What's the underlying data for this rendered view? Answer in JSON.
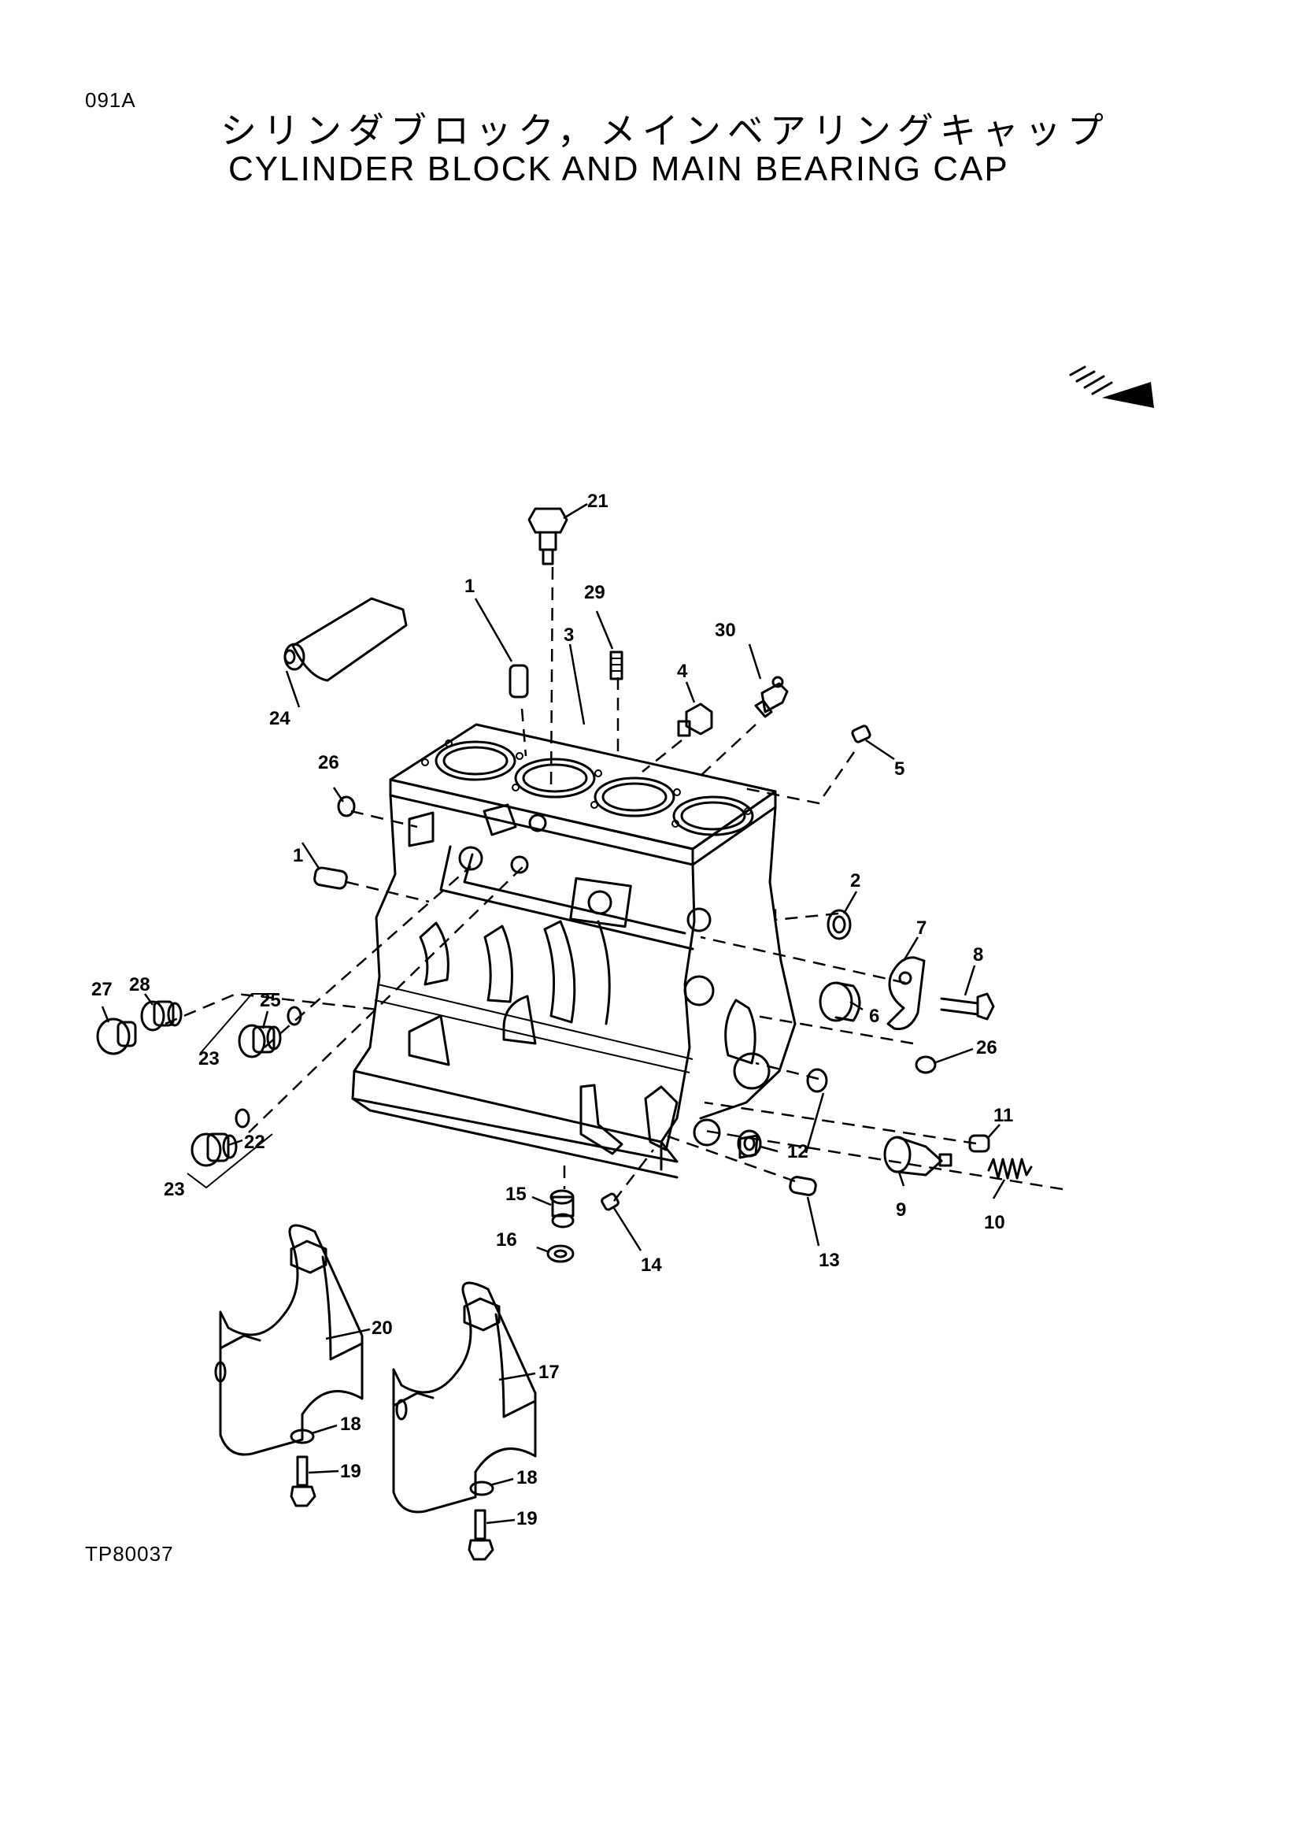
{
  "header": {
    "page_code": "091A",
    "title_jp": "シリンダブロック，メインベアリングキャップ",
    "title_en": "CYLINDER BLOCK AND MAIN BEARING CAP"
  },
  "footer": {
    "figure_code": "TP80037"
  },
  "callouts": {
    "c1a": "1",
    "c1b": "1",
    "c2": "2",
    "c3": "3",
    "c4": "4",
    "c5": "5",
    "c6": "6",
    "c7": "7",
    "c8": "8",
    "c9": "9",
    "c10": "10",
    "c11": "11",
    "c12": "12",
    "c13": "13",
    "c14": "14",
    "c15": "15",
    "c16": "16",
    "c17": "17",
    "c18a": "18",
    "c18b": "18",
    "c19a": "19",
    "c19b": "19",
    "c20": "20",
    "c21": "21",
    "c22": "22",
    "c23a": "23",
    "c23b": "23",
    "c24": "24",
    "c25": "25",
    "c26a": "26",
    "c26b": "26",
    "c27": "27",
    "c28": "28",
    "c29": "29",
    "c30": "30"
  }
}
